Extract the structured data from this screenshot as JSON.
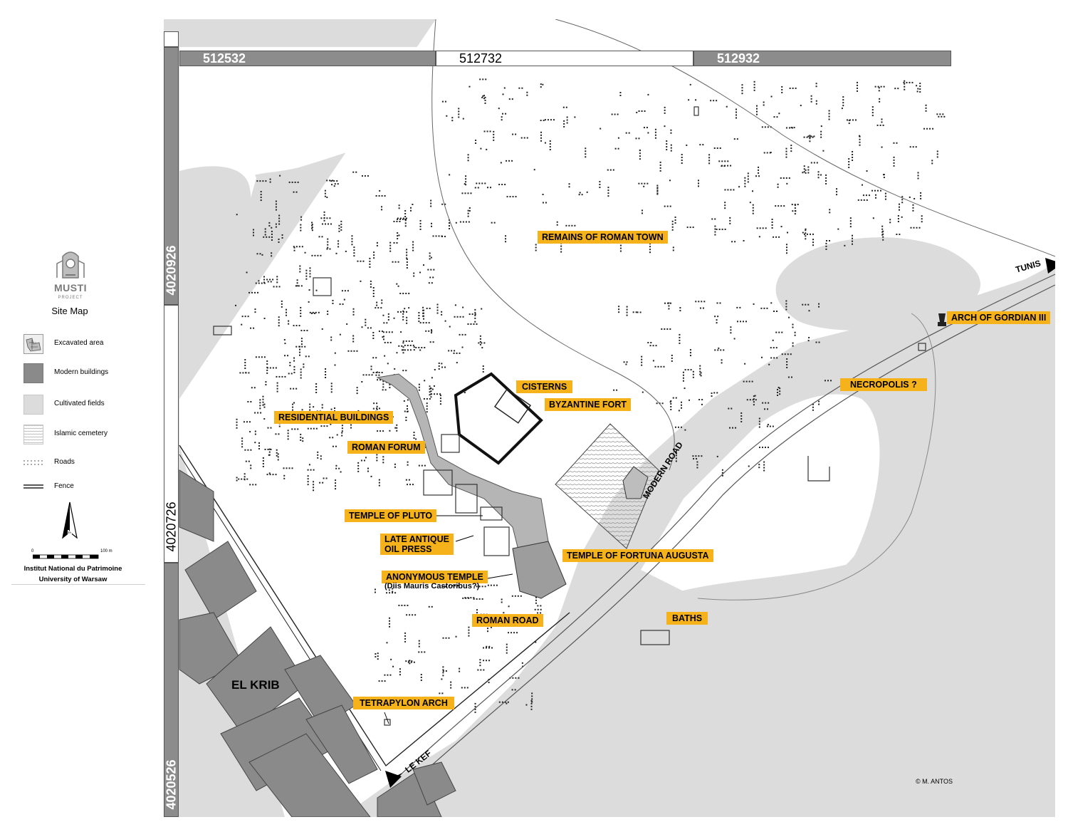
{
  "legend": {
    "logo_word": "MUSTI",
    "logo_sub": "PROJECT",
    "title": "Site Map",
    "items": [
      {
        "label": "Excavated area",
        "icon": "excavated-area-swatch"
      },
      {
        "label": "Modern buildings",
        "icon": "modern-buildings-swatch",
        "color": "#8a8a8a"
      },
      {
        "label": "Cultivated fields",
        "icon": "cultivated-fields-swatch",
        "color": "#dcdcdc"
      },
      {
        "label": "Islamic cemetery",
        "icon": "islamic-cemetery-swatch"
      },
      {
        "label": "Roads",
        "icon": "roads-dotted-line"
      },
      {
        "label": "Fence",
        "icon": "fence-double-line"
      }
    ],
    "north_letter": "N",
    "scale_start": "0",
    "scale_end": "100 m",
    "institution_1": "Institut National du Patrimoine",
    "institution_2": "University of Warsaw"
  },
  "grid": {
    "x_labels": [
      "512532",
      "512732",
      "512932"
    ],
    "y_labels": [
      "4020926",
      "4020726",
      "4020526"
    ]
  },
  "labels": {
    "remains": "REMAINS OF ROMAN TOWN",
    "tunis": "TUNIS",
    "gordian": "ARCH OF GORDIAN III",
    "necropolis": "NECROPOLIS ?",
    "cisterns": "CISTERNS",
    "byzantine": "BYZANTINE FORT",
    "residential": "RESIDENTIAL BUILDINGS",
    "forum": "ROMAN FORUM",
    "pluto": "TEMPLE OF PLUTO",
    "oilpress_1": "LATE ANTIQUE",
    "oilpress_2": "OIL PRESS",
    "fortuna": "TEMPLE OF FORTUNA AUGUSTA",
    "modern_road": "MODERN ROAD",
    "anonymous": "ANONYMOUS TEMPLE",
    "dis_mauris": "(Diis Mauris Castoribus?)",
    "roman_road": "ROMAN ROAD",
    "baths": "BATHS",
    "el_krib": "EL KRIB",
    "tetrapylon": "TETRAPYLON ARCH",
    "le_kef": "LE KEF",
    "copyright": "© M. ANTOS"
  },
  "colors": {
    "label_bg": "#f6b21b",
    "fields": "#dcdcdc",
    "buildings": "#8a8a8a",
    "grid_dark": "#8c8c8c"
  }
}
